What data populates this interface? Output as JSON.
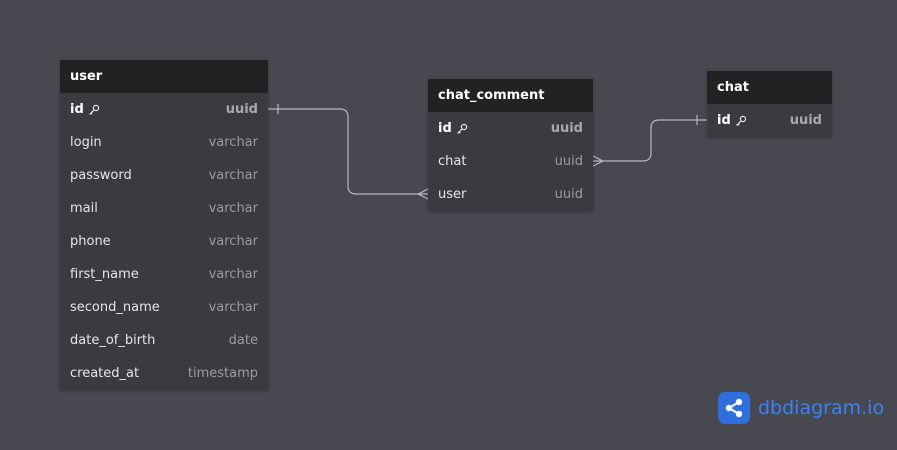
{
  "tables": {
    "user": {
      "name": "user",
      "fields": [
        {
          "name": "id",
          "type": "uuid",
          "pk": true
        },
        {
          "name": "login",
          "type": "varchar"
        },
        {
          "name": "password",
          "type": "varchar"
        },
        {
          "name": "mail",
          "type": "varchar"
        },
        {
          "name": "phone",
          "type": "varchar"
        },
        {
          "name": "first_name",
          "type": "varchar"
        },
        {
          "name": "second_name",
          "type": "varchar"
        },
        {
          "name": "date_of_birth",
          "type": "date"
        },
        {
          "name": "created_at",
          "type": "timestamp"
        }
      ]
    },
    "chat_comment": {
      "name": "chat_comment",
      "fields": [
        {
          "name": "id",
          "type": "uuid",
          "pk": true
        },
        {
          "name": "chat",
          "type": "uuid"
        },
        {
          "name": "user",
          "type": "uuid"
        }
      ]
    },
    "chat": {
      "name": "chat",
      "fields": [
        {
          "name": "id",
          "type": "uuid",
          "pk": true
        }
      ]
    }
  },
  "relationships": [
    {
      "from": "user.id",
      "to": "chat_comment.user",
      "from_cardinality": "one",
      "to_cardinality": "many"
    },
    {
      "from": "chat.id",
      "to": "chat_comment.chat",
      "from_cardinality": "one",
      "to_cardinality": "many"
    }
  ],
  "brand": {
    "name": "dbdiagram.io",
    "icon": "share-nodes-icon"
  },
  "colors": {
    "background": "#484850",
    "table_body": "#3a3a41",
    "table_header": "#222225",
    "connector": "#b8b8be",
    "brand": "#3b82f6"
  }
}
